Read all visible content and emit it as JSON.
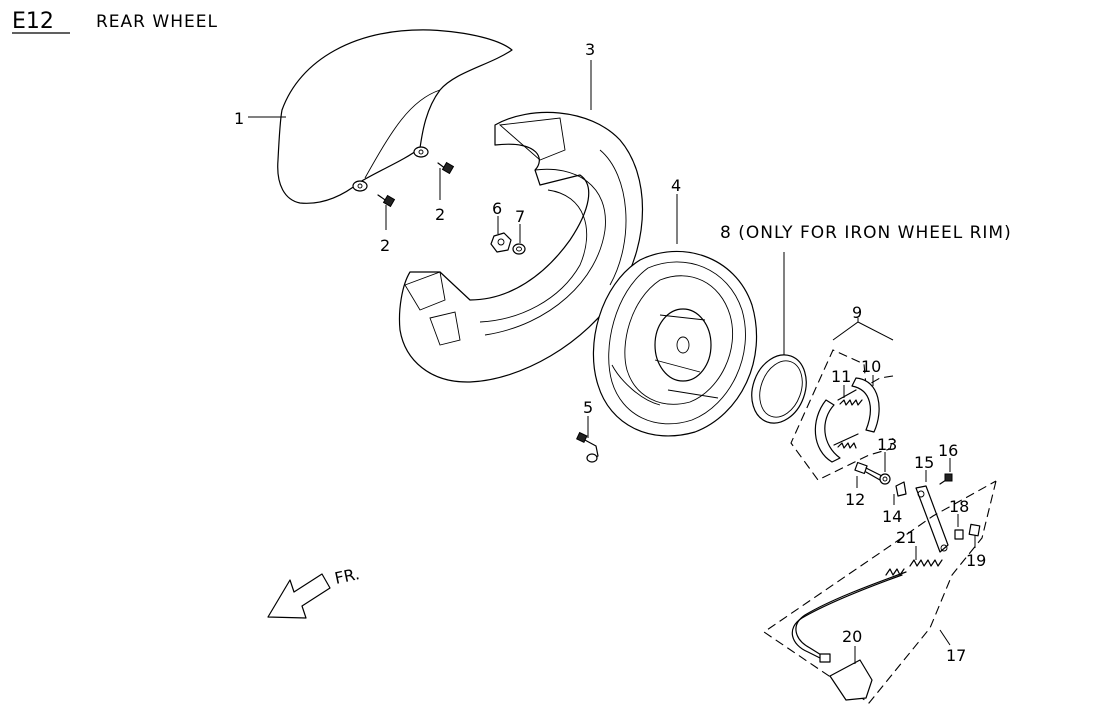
{
  "header": {
    "code": "E12",
    "title": "REAR WHEEL"
  },
  "direction_label": "FR.",
  "callouts": [
    {
      "id": "c1",
      "text": "1"
    },
    {
      "id": "c2a",
      "text": "2"
    },
    {
      "id": "c2b",
      "text": "2"
    },
    {
      "id": "c3",
      "text": "3"
    },
    {
      "id": "c4",
      "text": "4"
    },
    {
      "id": "c5",
      "text": "5"
    },
    {
      "id": "c6",
      "text": "6"
    },
    {
      "id": "c7",
      "text": "7"
    },
    {
      "id": "c8",
      "text": "8 (ONLY FOR IRON WHEEL RIM)"
    },
    {
      "id": "c9",
      "text": "9"
    },
    {
      "id": "c10",
      "text": "10"
    },
    {
      "id": "c11",
      "text": "11"
    },
    {
      "id": "c12",
      "text": "12"
    },
    {
      "id": "c13",
      "text": "13"
    },
    {
      "id": "c14",
      "text": "14"
    },
    {
      "id": "c15",
      "text": "15"
    },
    {
      "id": "c16",
      "text": "16"
    },
    {
      "id": "c17",
      "text": "17"
    },
    {
      "id": "c18",
      "text": "18"
    },
    {
      "id": "c19",
      "text": "19"
    },
    {
      "id": "c20",
      "text": "20"
    },
    {
      "id": "c21",
      "text": "21"
    }
  ]
}
